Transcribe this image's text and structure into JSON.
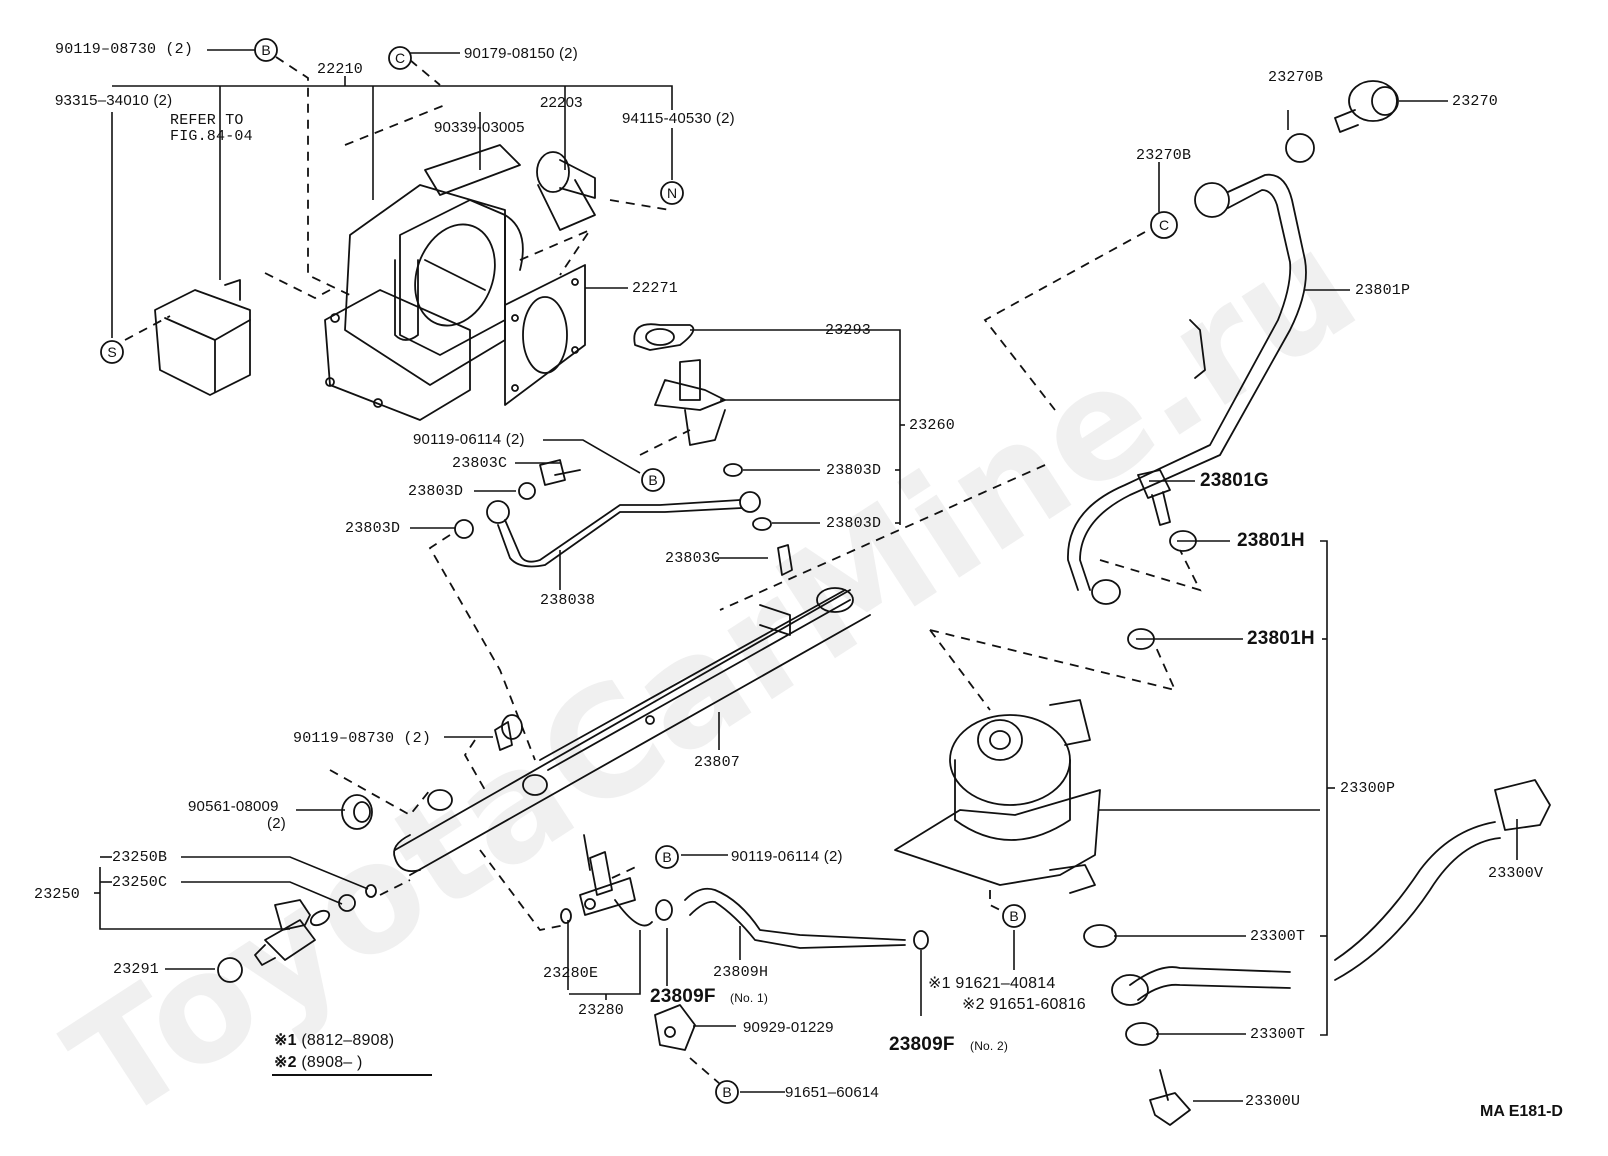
{
  "diagram": {
    "title_code": "MA E181-D",
    "watermark": "ToyotaCarMine.ru",
    "refer_note": [
      "REFER TO",
      "FIG.84-04"
    ],
    "legend": [
      {
        "mark": "※1",
        "range": "(8812–8908)"
      },
      {
        "mark": "※2",
        "range": "(8908–          )"
      }
    ],
    "callouts": {
      "B": "B",
      "C": "C",
      "N": "N",
      "S": "S"
    },
    "labels": {
      "p90119_08730_top": "90119–08730 (2)",
      "p90179_08150": "90179-08150 (2)",
      "p22210": "22210",
      "p93315_34010": "93315–34010 (2)",
      "p22203": "22203",
      "p90339_03005": "90339-03005",
      "p94115_40530": "94115-40530 (2)",
      "p22271": "22271",
      "p23293": "23293",
      "p23260": "23260",
      "p90119_06114_a": "90119-06114 (2)",
      "p23803C_a": "23803C",
      "p23803D_a": "23803D",
      "p23803D_b": "23803D",
      "p23803D_c": "23803D",
      "p23803D_d": "23803D",
      "p23803C_b": "23803C",
      "p238038": "238038",
      "p23270B_a": "23270B",
      "p23270": "23270",
      "p23270B_b": "23270B",
      "p23801P": "23801P",
      "p23801G": "23801G",
      "p23801H_a": "23801H",
      "p23801H_b": "23801H",
      "p23300P": "23300P",
      "p23300V": "23300V",
      "p23300T_a": "23300T",
      "p23300T_b": "23300T",
      "p23300U": "23300U",
      "p90119_08730_mid": "90119–08730 (2)",
      "p23807": "23807",
      "p90561_08009": "90561-08009",
      "p90561_qty": "(2)",
      "p23250B": "23250B",
      "p23250C": "23250C",
      "p23250": "23250",
      "p23291": "23291",
      "p90119_06114_b": "90119-06114 (2)",
      "p23280E": "23280E",
      "p23280": "23280",
      "p23809H": "23809H",
      "p23809F_1": "23809F",
      "p23809F_1_note": "(No. 1)",
      "p90929_01229": "90929-01229",
      "p91651_60614": "91651–60614",
      "p23809F_2": "23809F",
      "p23809F_2_note": "(No. 2)",
      "p91621_40814": "※1 91621–40814",
      "p91651_60816": "※2 91651-60816"
    }
  }
}
